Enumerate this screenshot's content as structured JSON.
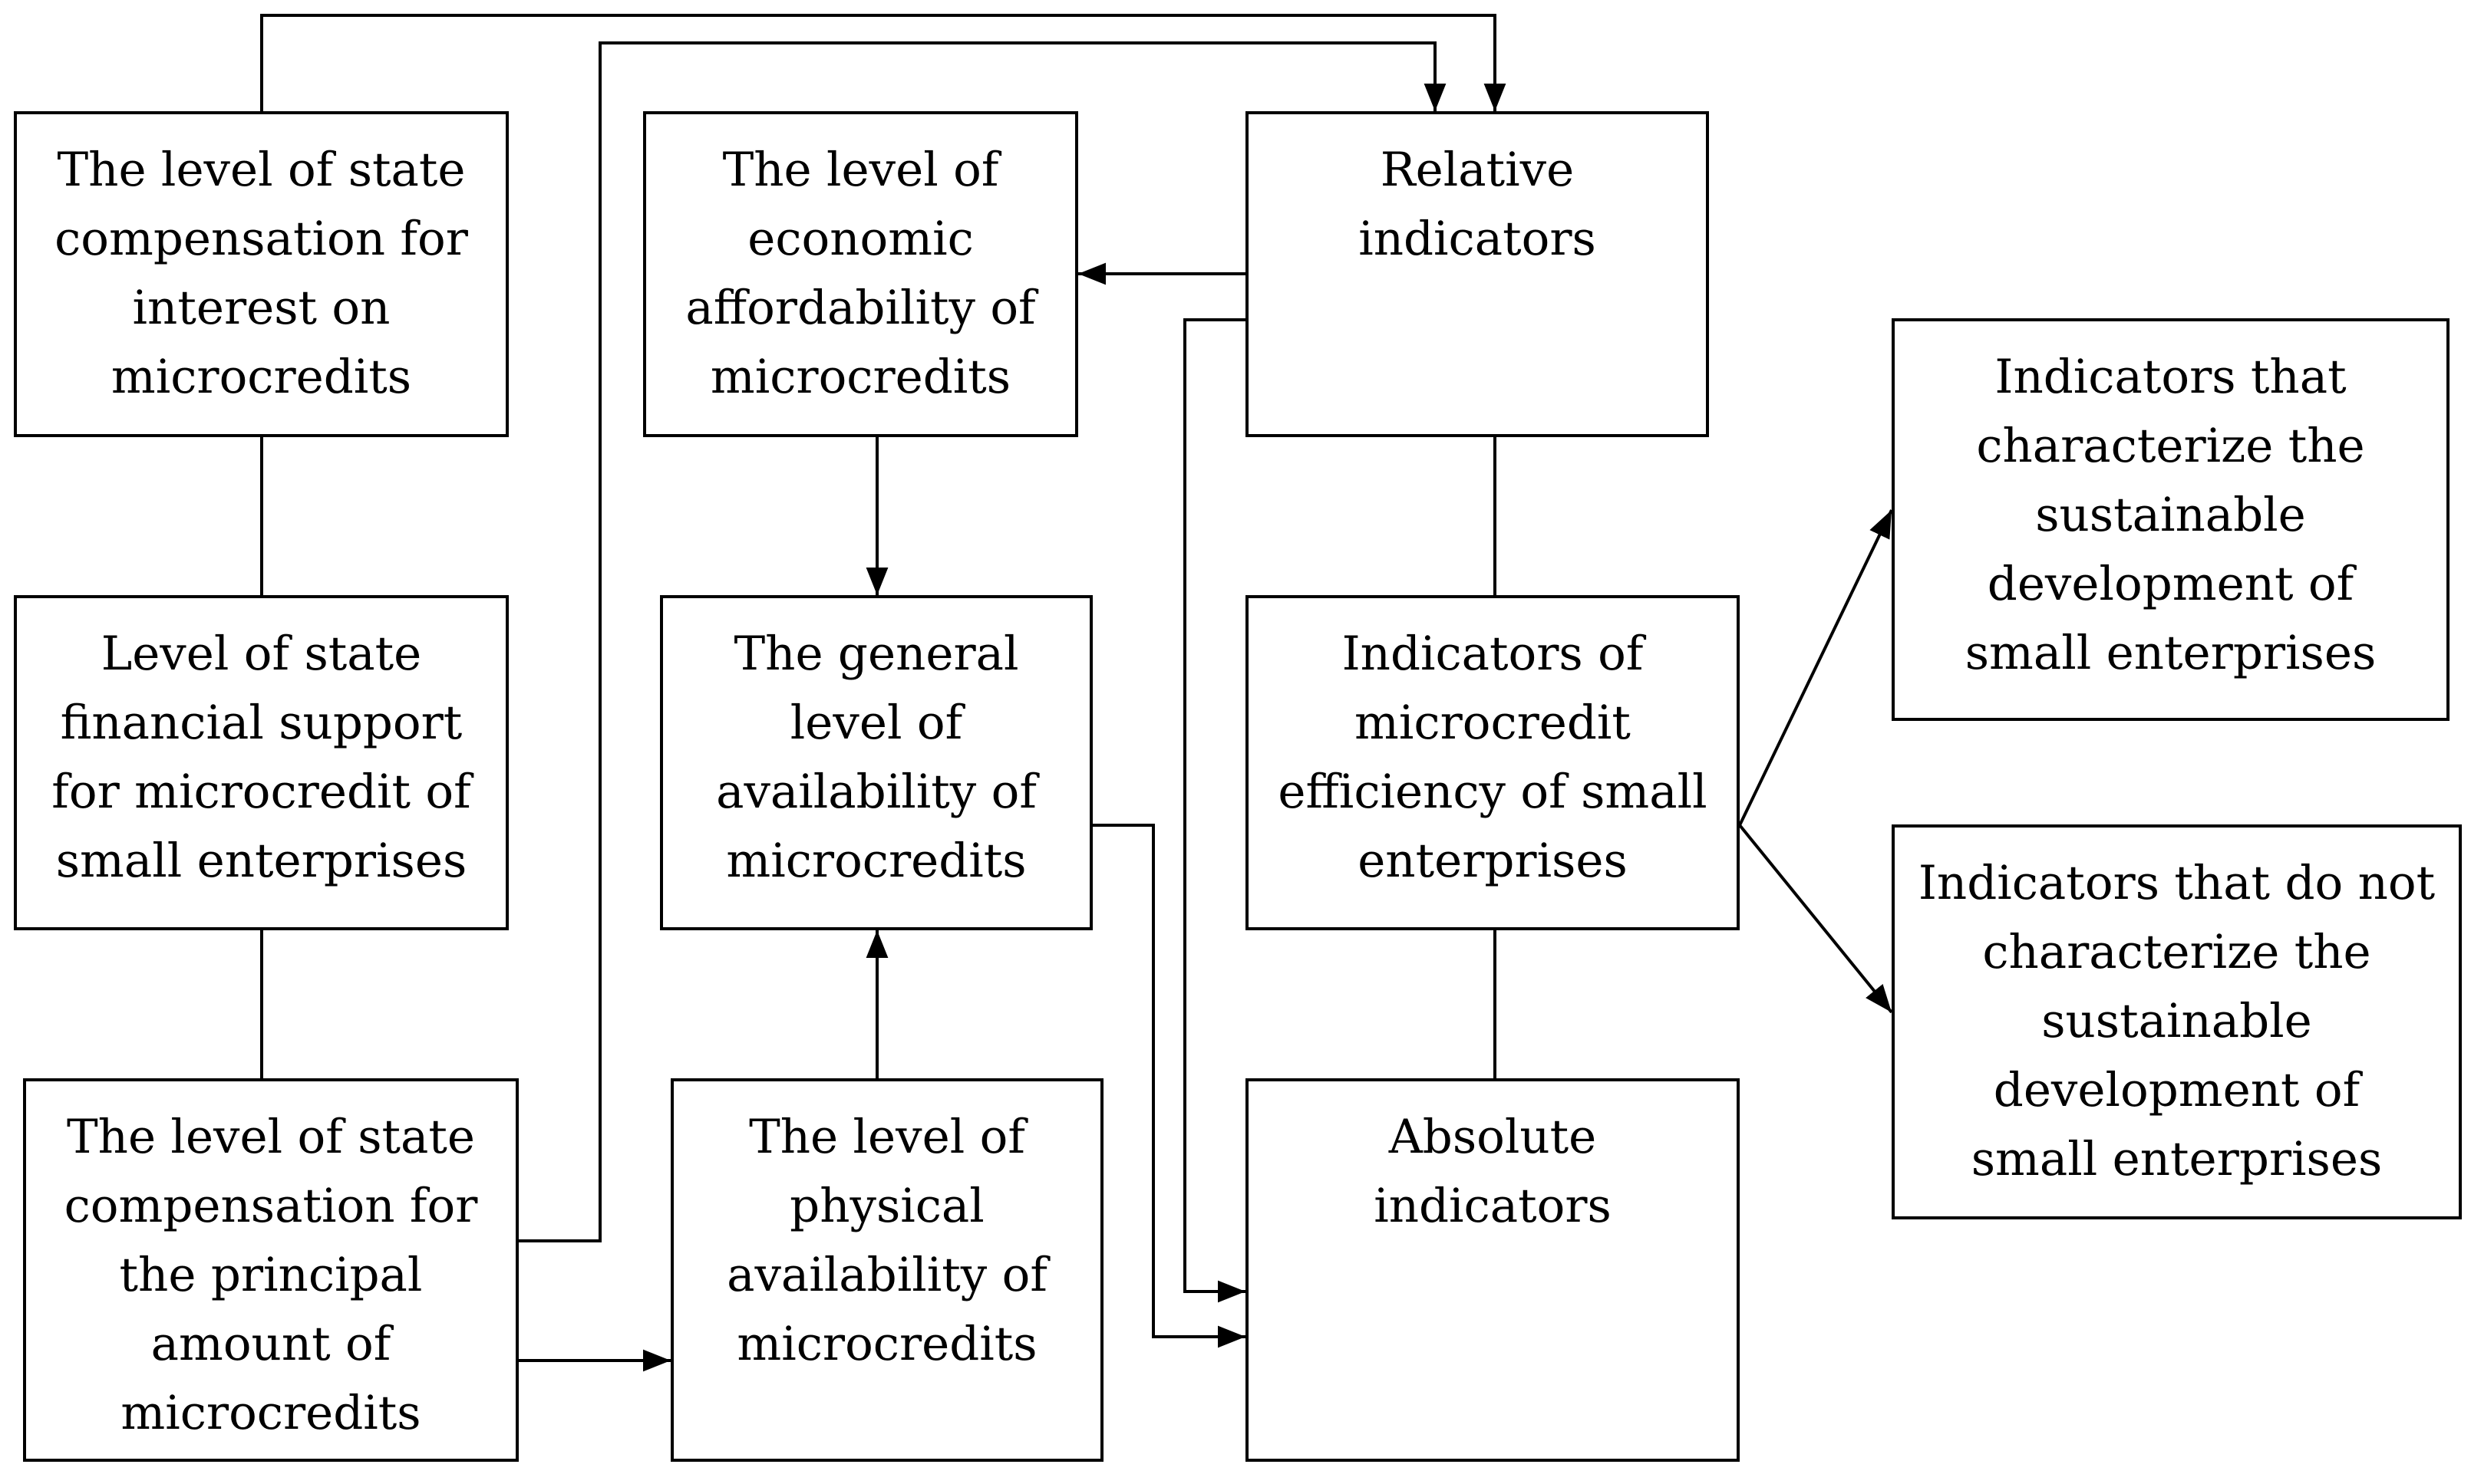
{
  "colors": {
    "stroke": "#000000",
    "background": "#ffffff"
  },
  "boxes": {
    "state_compensation_interest": "The level of state\ncompensation for\ninterest on\nmicrocredits",
    "state_financial_support": "Level of state\nfinancial support\nfor microcredit of\nsmall enterprises",
    "state_compensation_principal": "The level of state\ncompensation for\nthe principal\namount of\nmicrocredits",
    "economic_affordability": "The level of\neconomic\naffordability of\nmicrocredits",
    "general_availability": "The general\nlevel of\navailability of\nmicrocredits",
    "physical_availability": "The level of\nphysical\navailability of\nmicrocredits",
    "relative_indicators": "Relative\nindicators",
    "efficiency_indicators": "Indicators of\nmicrocredit\nefficiency of small\nenterprises",
    "absolute_indicators": "Absolute\nindicators",
    "sustainable_characterizing": "Indicators that\ncharacterize the\nsustainable\ndevelopment of\nsmall enterprises",
    "sustainable_not_characterizing": "Indicators that do not\ncharacterize the\nsustainable\ndevelopment of\nsmall enterprises"
  }
}
